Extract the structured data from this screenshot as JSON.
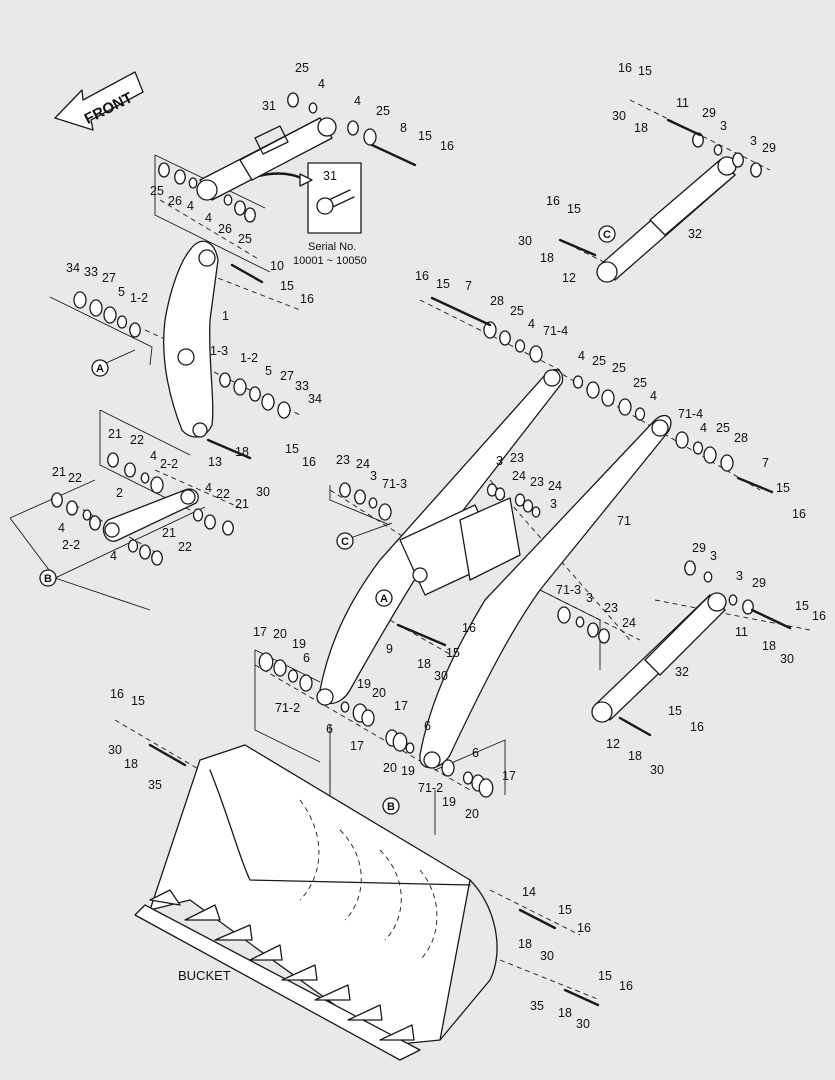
{
  "direction_label": "FRONT",
  "bucket_label": "BUCKET",
  "serial_note": {
    "part": "31",
    "line1": "Serial No.",
    "line2": "10001 ~ 10050"
  },
  "reference_markers": [
    "A",
    "B",
    "C"
  ],
  "part_numbers": [
    "1",
    "1-2",
    "1-3",
    "2",
    "2-2",
    "3",
    "4",
    "5",
    "6",
    "7",
    "8",
    "9",
    "10",
    "11",
    "12",
    "13",
    "14",
    "15",
    "16",
    "17",
    "18",
    "19",
    "20",
    "21",
    "22",
    "23",
    "24",
    "25",
    "26",
    "27",
    "28",
    "29",
    "30",
    "31",
    "32",
    "33",
    "34",
    "35",
    "71",
    "71-2",
    "71-3",
    "71-4"
  ]
}
